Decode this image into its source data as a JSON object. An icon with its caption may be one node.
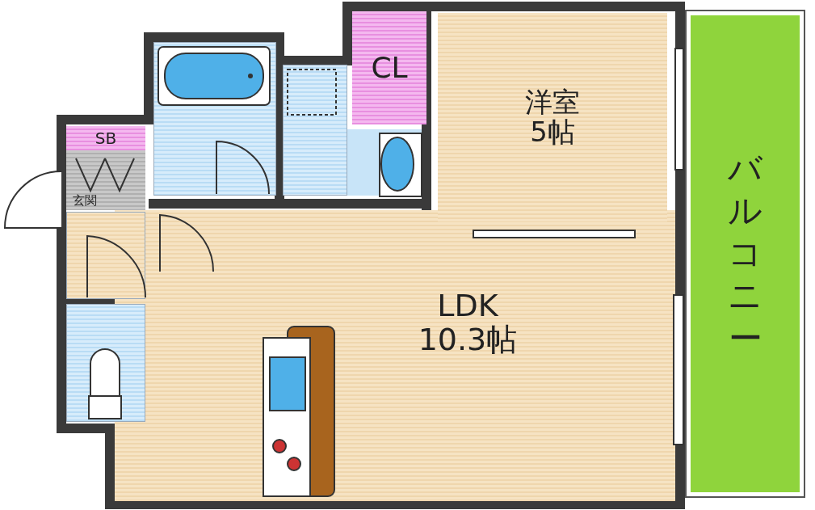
{
  "diagram": {
    "nodes": [
      {
        "text": [
          "CL"
        ]
      },
      {
        "text": [
          "洋室",
          "5帖"
        ]
      },
      {
        "text": [
          "バルコニー"
        ]
      },
      {
        "text": [],
        "shape": "box"
      },
      {
        "text": [],
        "shape": "box"
      },
      {
        "text": [
          "SB"
        ]
      },
      {
        "text": [
          "玄関"
        ]
      },
      {
        "text": [
          "LDK",
          "10.3帖"
        ]
      },
      {
        "text": [],
        "shape": "box"
      },
      {
        "text": [],
        "shape": "box"
      }
    ]
  }
}
